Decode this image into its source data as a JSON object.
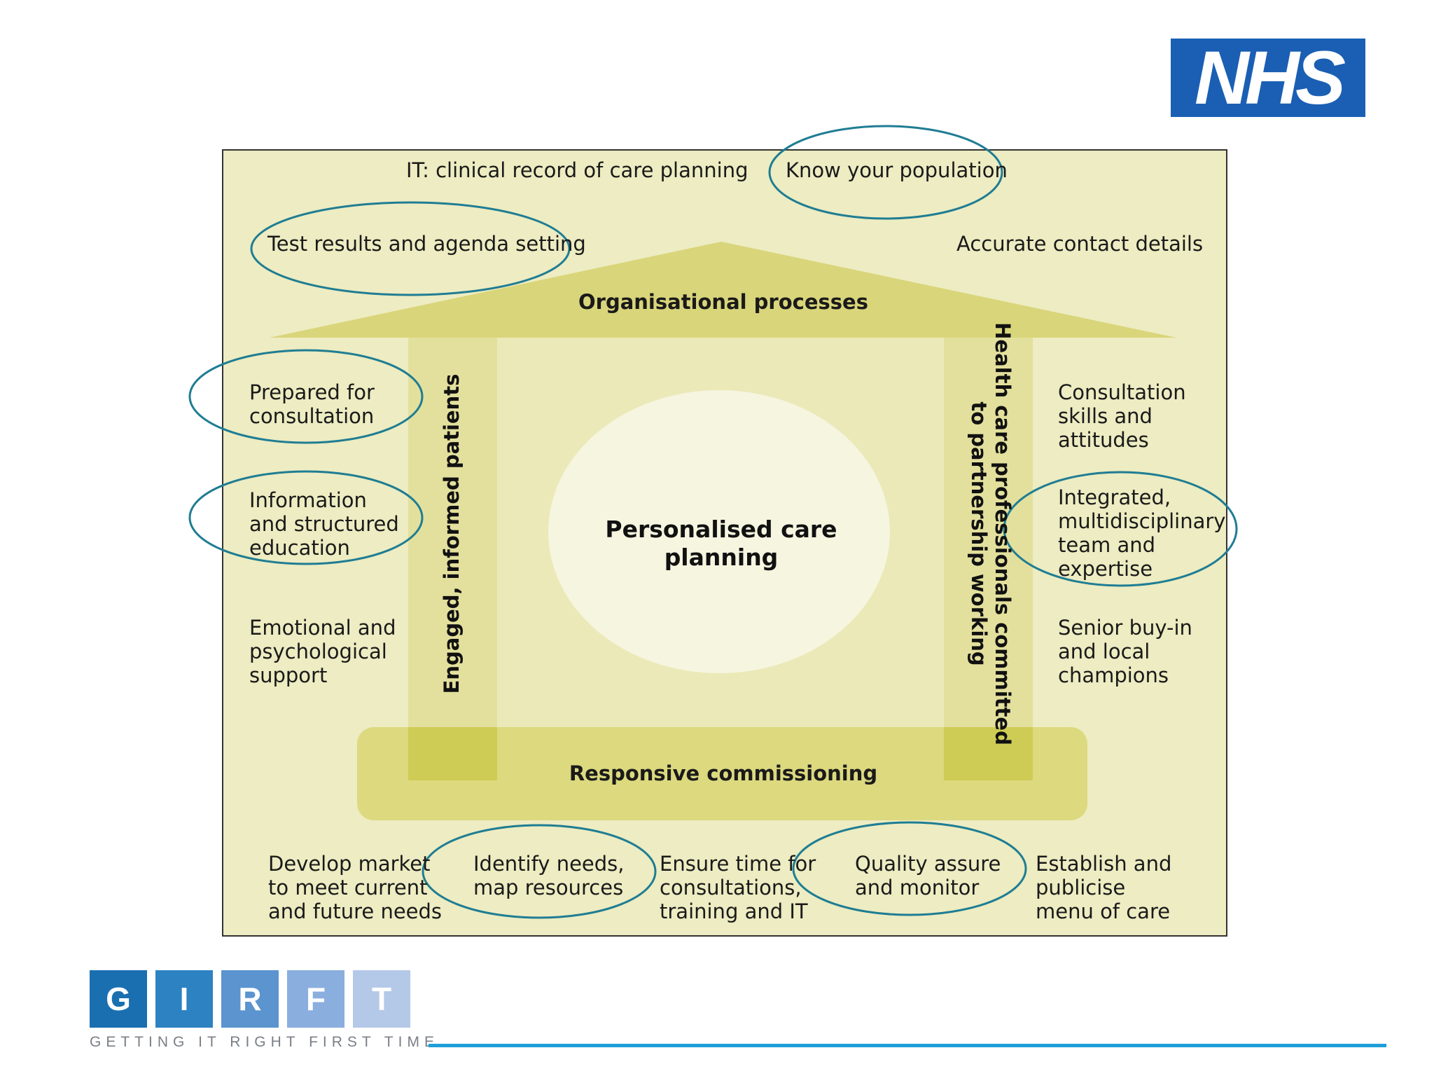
{
  "logo": {
    "nhs_text": "NHS"
  },
  "diagram": {
    "center": "Personalised care planning",
    "roof": "Organisational processes",
    "base": "Responsive commissioning",
    "left_pillar": "Engaged, informed patients",
    "right_pillar_line1": "Health care professionals committed",
    "right_pillar_line2": "to partnership working",
    "top_labels": {
      "it_record": "IT: clinical record of care planning",
      "know_population": "Know your population",
      "test_results": "Test results and agenda setting",
      "contact_details": "Accurate contact details"
    },
    "left_labels": {
      "prepared": [
        "Prepared for",
        "consultation"
      ],
      "information": [
        "Information",
        "and structured",
        "education"
      ],
      "emotional": [
        "Emotional and",
        "psychological",
        "support"
      ]
    },
    "right_labels": {
      "consultation_skills": [
        "Consultation",
        "skills and",
        "attitudes"
      ],
      "integrated": [
        "Integrated,",
        "multidisciplinary",
        "team and",
        "expertise"
      ],
      "senior": [
        "Senior buy-in",
        "and local",
        "champions"
      ]
    },
    "bottom_labels": {
      "develop": [
        "Develop market",
        "to meet current",
        "and future needs"
      ],
      "identify": [
        "Identify needs,",
        "map resources"
      ],
      "ensure": [
        "Ensure time for",
        "consultations,",
        "training and IT"
      ],
      "quality": [
        "Quality assure",
        "and monitor"
      ],
      "establish": [
        "Establish and",
        "publicise",
        "menu of care"
      ]
    },
    "colors": {
      "frame_fill": "#edecc2",
      "roof_fill": "#d9d57a",
      "pillar_fill": "#e3e09d",
      "center_fill": "#f6f5e0",
      "highlight_ellipse": "#1f7d93"
    }
  },
  "footer": {
    "girft_letters": [
      "G",
      "I",
      "R",
      "F",
      "T"
    ],
    "girft_colors": [
      "#1a6fb0",
      "#2d82c2",
      "#5b94cf",
      "#8aaede",
      "#b4c8e8"
    ],
    "tagline": "GETTING IT RIGHT FIRST TIME"
  }
}
